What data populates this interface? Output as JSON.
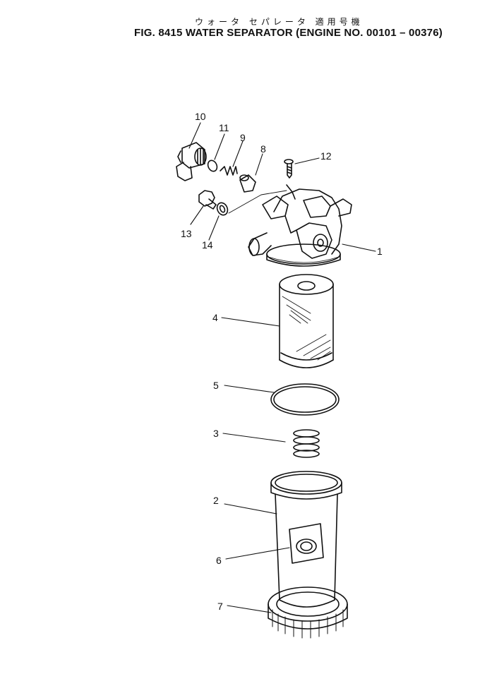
{
  "header": {
    "jp_caption": "ウォータ セパレータ 適用号機",
    "title": "FIG. 8415  WATER SEPARATOR (ENGINE NO. 00101 – 00376)"
  },
  "callouts": [
    "1",
    "2",
    "3",
    "4",
    "5",
    "6",
    "7",
    "8",
    "9",
    "10",
    "11",
    "12",
    "13",
    "14"
  ],
  "colors": {
    "ink": "#111111",
    "paper": "#ffffff"
  }
}
